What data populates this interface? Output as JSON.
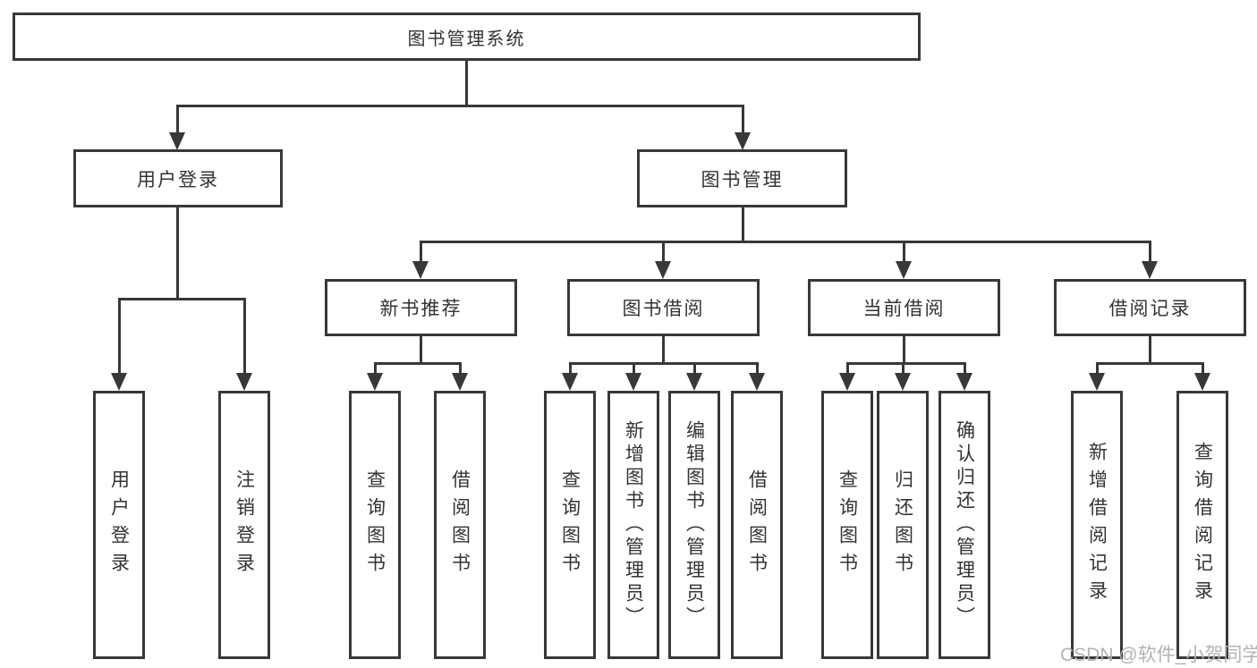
{
  "diagram": {
    "level1": {
      "label": "图书管理系统"
    },
    "level2": {
      "user_login": "用户登录",
      "book_mgmt": "图书管理"
    },
    "level3": {
      "new_books": "新书推荐",
      "borrow": "图书借阅",
      "current": "当前借阅",
      "records": "借阅记录"
    },
    "leaves": {
      "user_login": [
        "用户登录",
        "注销登录"
      ],
      "new_books": [
        "查询图书",
        "借阅图书"
      ],
      "borrow": [
        "查询图书",
        "新增图书（管理员）",
        "编辑图书（管理员）",
        "借阅图书"
      ],
      "current": [
        "查询图书",
        "归还图书",
        "确认归还（管理员）"
      ],
      "records": [
        "新增借阅记录",
        "查询借阅记录"
      ]
    },
    "watermark": "CSDN @软件_小贺同学",
    "colors": {
      "line": "#383838",
      "border": "#383838",
      "text": "#333333",
      "watermark": "#b3b3b3",
      "background": "#ffffff"
    }
  }
}
